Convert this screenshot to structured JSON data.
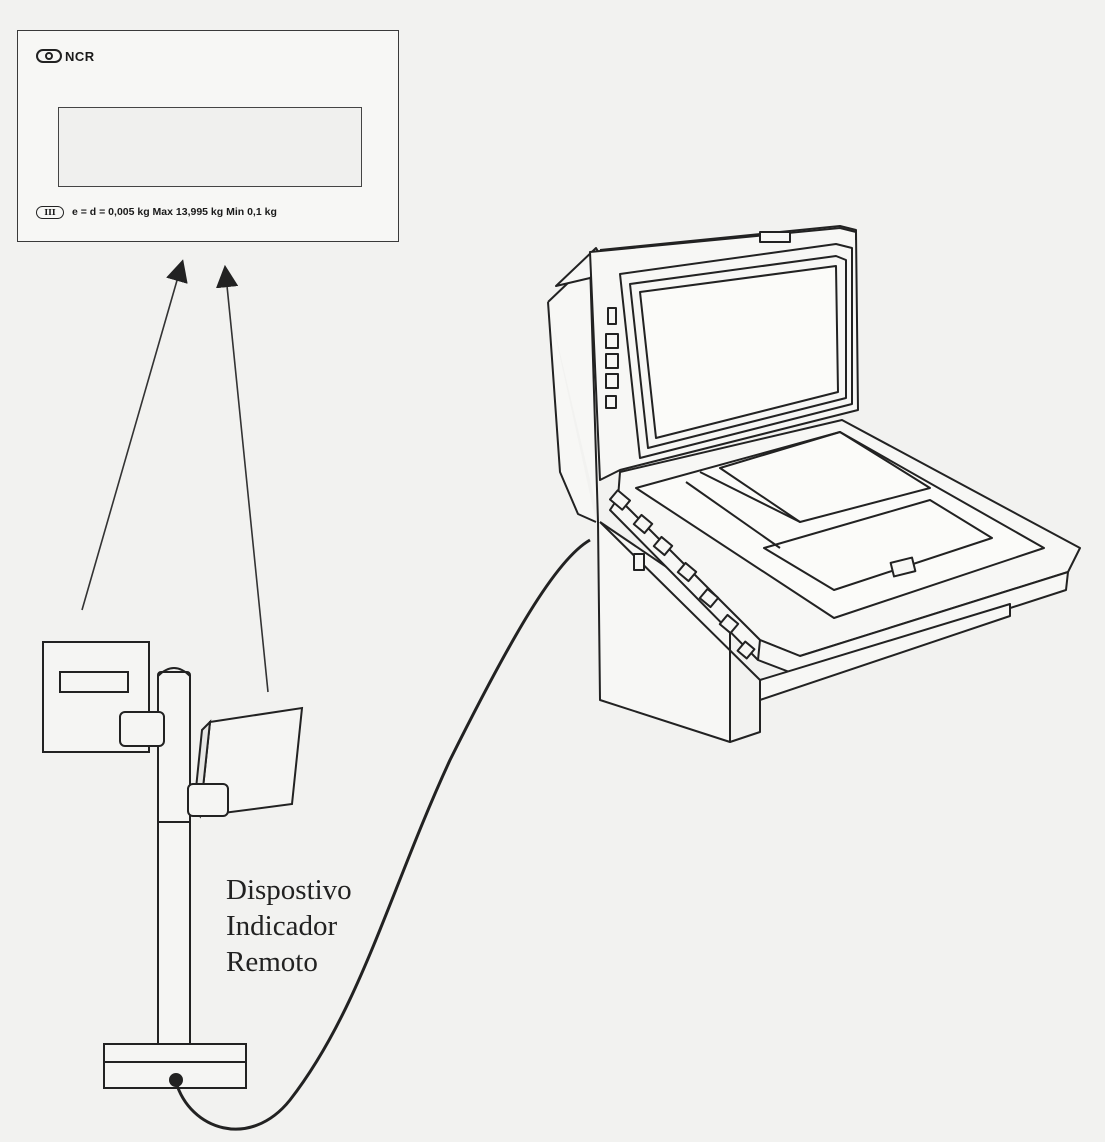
{
  "display_panel": {
    "brand": "NCR",
    "spec_line": "e = d = 0,005 kg  Max 13,995 kg  Min 0,1 kg",
    "class_mark": "III"
  },
  "device_label": {
    "lines": [
      "Dispostivo",
      "Indicador",
      "Remoto"
    ]
  },
  "colors": {
    "paper": "#f2f2f0",
    "ink": "#1a1a1a"
  }
}
